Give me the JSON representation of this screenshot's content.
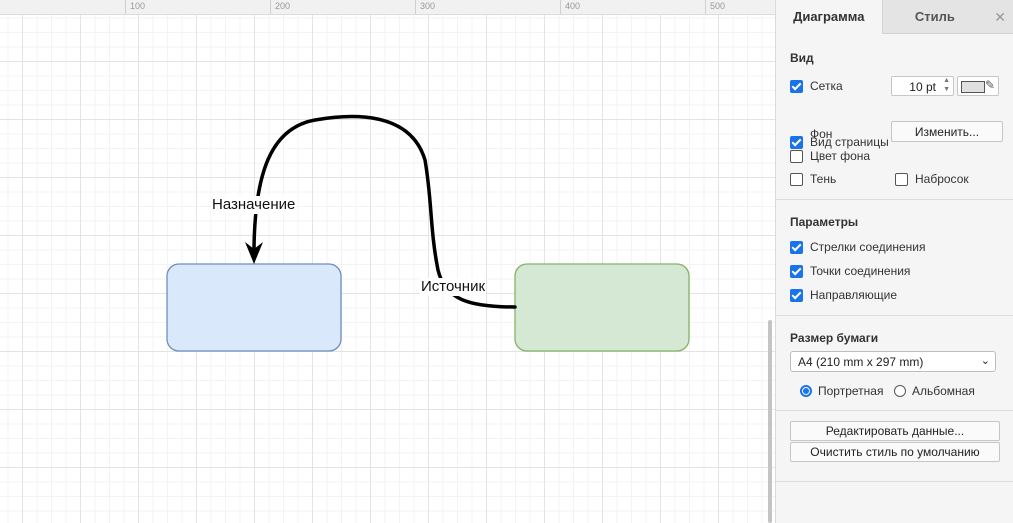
{
  "ruler": {
    "labels": [
      "100",
      "200",
      "300",
      "400",
      "500"
    ]
  },
  "diagram": {
    "target_label": "Назначение",
    "source_label": "Источник",
    "colors": {
      "target_fill": "#dae8fc",
      "target_stroke": "#6c8ebf",
      "source_fill": "#d5e8d4",
      "source_stroke": "#82b366",
      "edge": "#000000"
    }
  },
  "panel": {
    "tabs": {
      "diagram": "Диаграмма",
      "style": "Стиль",
      "close": "✕"
    },
    "view": {
      "title": "Вид",
      "grid_label": "Сетка",
      "grid_size": "10 pt",
      "grid_color": "#e0e0e0",
      "page_view_label": "Вид страницы",
      "background_label": "Фон",
      "change_button": "Изменить...",
      "bg_color_label": "Цвет фона",
      "shadow_label": "Тень",
      "sketch_label": "Набросок"
    },
    "options": {
      "title": "Параметры",
      "connection_arrows": "Стрелки соединения",
      "connection_points": "Точки соединения",
      "guides": "Направляющие"
    },
    "paper": {
      "title": "Размер бумаги",
      "selected": "A4 (210 mm x 297 mm)",
      "portrait": "Портретная",
      "landscape": "Альбомная"
    },
    "actions": {
      "edit_data": "Редактировать данные...",
      "clear_style": "Очистить стиль по умолчанию"
    }
  }
}
